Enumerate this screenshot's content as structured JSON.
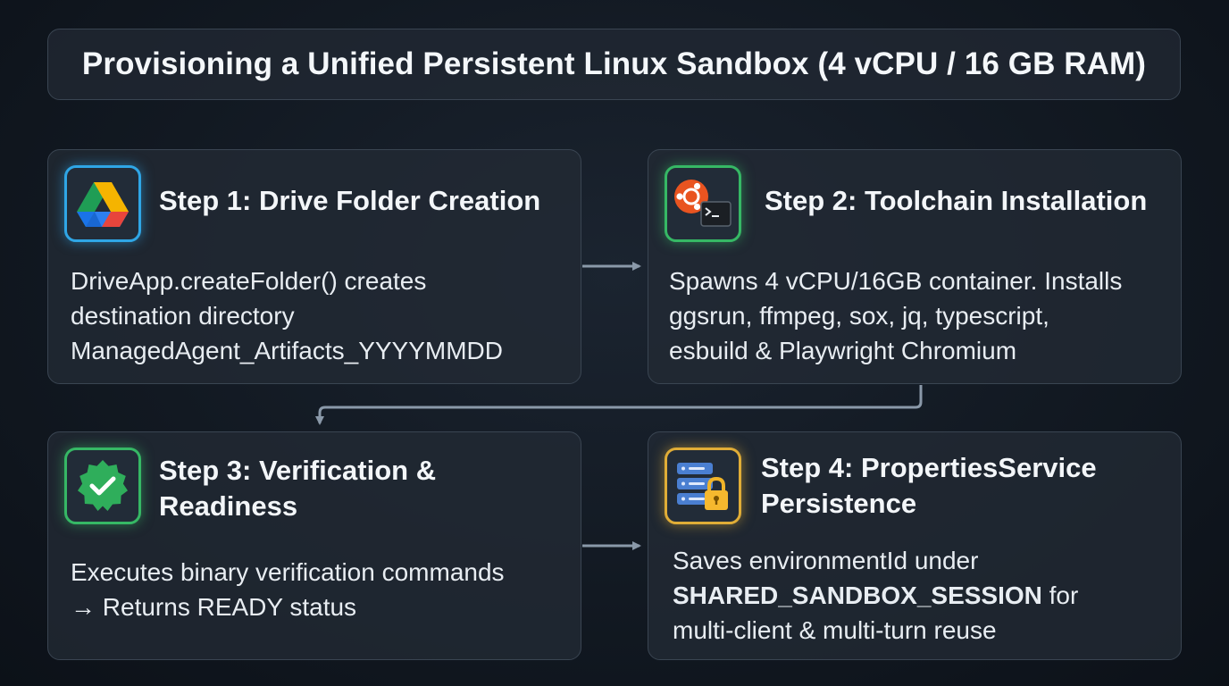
{
  "title": "Provisioning a Unified Persistent Linux Sandbox (4 vCPU / 16 GB RAM)",
  "colors": {
    "background": "#121922",
    "card_border": "#3a4552",
    "connector": "#8a99a9",
    "step1_accent": "#2fa6e6",
    "step2_accent": "#36b865",
    "step3_accent": "#36b865",
    "step4_accent": "#e0ad37"
  },
  "steps": [
    {
      "title": "Step 1: Drive Folder Creation",
      "icon": "google-drive-icon",
      "lines": [
        "DriveApp.createFolder() creates",
        "destination directory",
        "ManagedAgent_Artifacts_YYYYMMDD"
      ]
    },
    {
      "title": "Step 2: Toolchain Installation",
      "icon": "ubuntu-terminal-icon",
      "lines": [
        "Spawns 4 vCPU/16GB container. Installs",
        "ggsrun, ffmpeg, sox, jq, typescript,",
        "esbuild & Playwright Chromium"
      ]
    },
    {
      "title": "Step 3: Verification & Readiness",
      "icon": "verified-badge-icon",
      "lines": [
        "Executes binary verification commands",
        "→ Returns READY status"
      ]
    },
    {
      "title": "Step 4: PropertiesService Persistence",
      "icon": "server-lock-icon",
      "desc_start": "Saves environmentId under",
      "desc_key": "SHARED_SANDBOX_SESSION",
      "desc_key_suffix": " for",
      "desc_end": "multi-client & multi-turn reuse"
    }
  ]
}
